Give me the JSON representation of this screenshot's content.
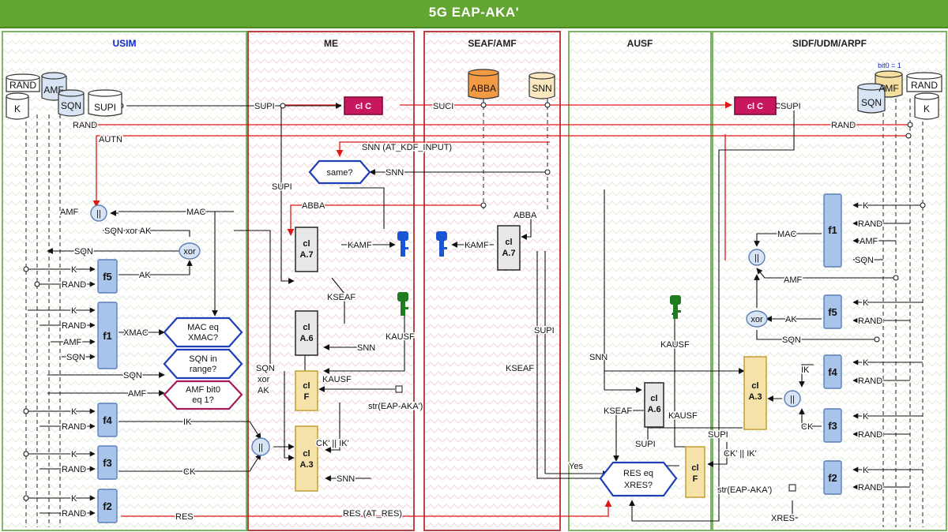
{
  "title": "5G EAP-AKA'",
  "zones": {
    "usim": "USIM",
    "me": "ME",
    "seaf": "SEAF/AMF",
    "ausf": "AUSF",
    "sidf": "SIDF/UDM/ARPF"
  },
  "stores": {
    "rand": "RAND",
    "k": "K",
    "amf": "AMF",
    "sqn": "SQN",
    "supi": "SUPI",
    "abba": "ABBA",
    "snn": "SNN"
  },
  "blocks": {
    "f1": "f1",
    "f2": "f2",
    "f3": "f3",
    "f4": "f4",
    "f5": "f5",
    "xor": "xor",
    "concat": "||",
    "clc": "cl C",
    "cla7_1": "cl",
    "cla7_2": "A.7",
    "cla6_1": "cl",
    "cla6_2": "A.6",
    "clf_1": "cl",
    "clf_2": "F",
    "cla3_1": "cl",
    "cla3_2": "A.3"
  },
  "decisions": {
    "same": "same?",
    "mac_1": "MAC eq",
    "mac_2": "XMAC?",
    "sqn_1": "SQN in",
    "sqn_2": "range?",
    "amf_1": "AMF bit0",
    "amf_2": "eq 1?",
    "res_1": "RES eq",
    "res_2": "XRES?"
  },
  "labels": {
    "supi": "SUPI",
    "suci": "SUCI",
    "rand": "RAND",
    "autn": "AUTN",
    "snn_kdf": "SNN (AT_KDF_INPUT)",
    "snn": "SNN",
    "abba": "ABBA",
    "amf": "AMF",
    "mac": "MAC",
    "sqn_xor_ak": "SQN xor AK",
    "sqn": "SQN",
    "k": "K",
    "ak": "AK",
    "xmac": "XMAC",
    "ik": "IK",
    "ck": "CK",
    "res": "RES",
    "kamf": "KAMF",
    "kseaf": "KSEAF",
    "kausf": "KAUSF",
    "str_eap": "str(EAP-AKA')",
    "str_eap_2": "str(EAP-AKA')",
    "ck_ik": "CK' || IK'",
    "ck_ik_2": "CK' || IK'",
    "sqn_col_1": "SQN",
    "sqn_col_2": "xor",
    "sqn_col_3": "AK",
    "res_at": "RES (AT_RES)",
    "yes": "Yes",
    "xres": "XRES",
    "bit0": "bit0 = 1"
  },
  "colors": {
    "green": "#62a531",
    "zone_green": "#7eb36a",
    "zone_red": "#b84444",
    "magenta": "#c8175d",
    "blue_fn": "#a9c4ea",
    "yellow_fn": "#f4e2a8",
    "red_line": "#e01818",
    "key_blue": "#1a55d6",
    "key_green": "#1f7d1f",
    "decision_blue": "#1e3fb8",
    "decision_red": "#a8195a"
  },
  "icons": [
    "database-icon",
    "key-icon"
  ]
}
